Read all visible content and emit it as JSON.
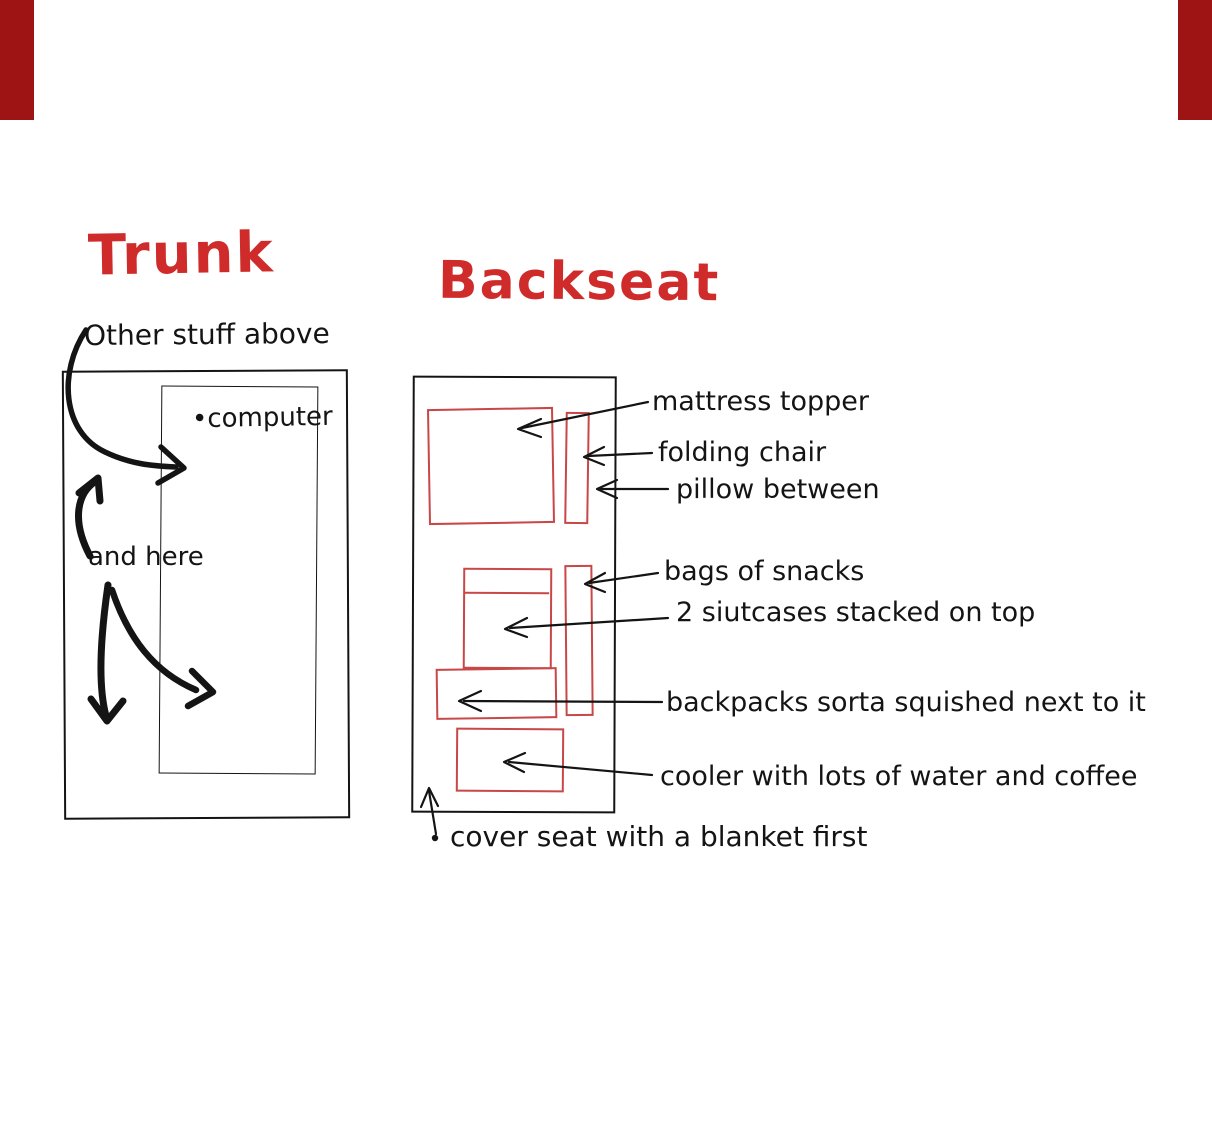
{
  "colors": {
    "title_red": "#cf2b2b",
    "box_red": "#c84747",
    "ink": "#141414",
    "corner_red": "#9e1414"
  },
  "trunk": {
    "title": "Trunk",
    "note_above": "Other stuff above",
    "computer_label": "•computer",
    "and_here_label": "and here"
  },
  "backseat": {
    "title": "Backseat",
    "labels": {
      "mattress": "mattress topper",
      "folding_chair": "folding chair",
      "pillow": "pillow between",
      "snacks": "bags of snacks",
      "suitcases": "2 siutcases stacked on top",
      "backpacks": "backpacks sorta squished next to it",
      "cooler": "cooler with lots of water and coffee",
      "blanket": "cover seat with a blanket first"
    }
  }
}
